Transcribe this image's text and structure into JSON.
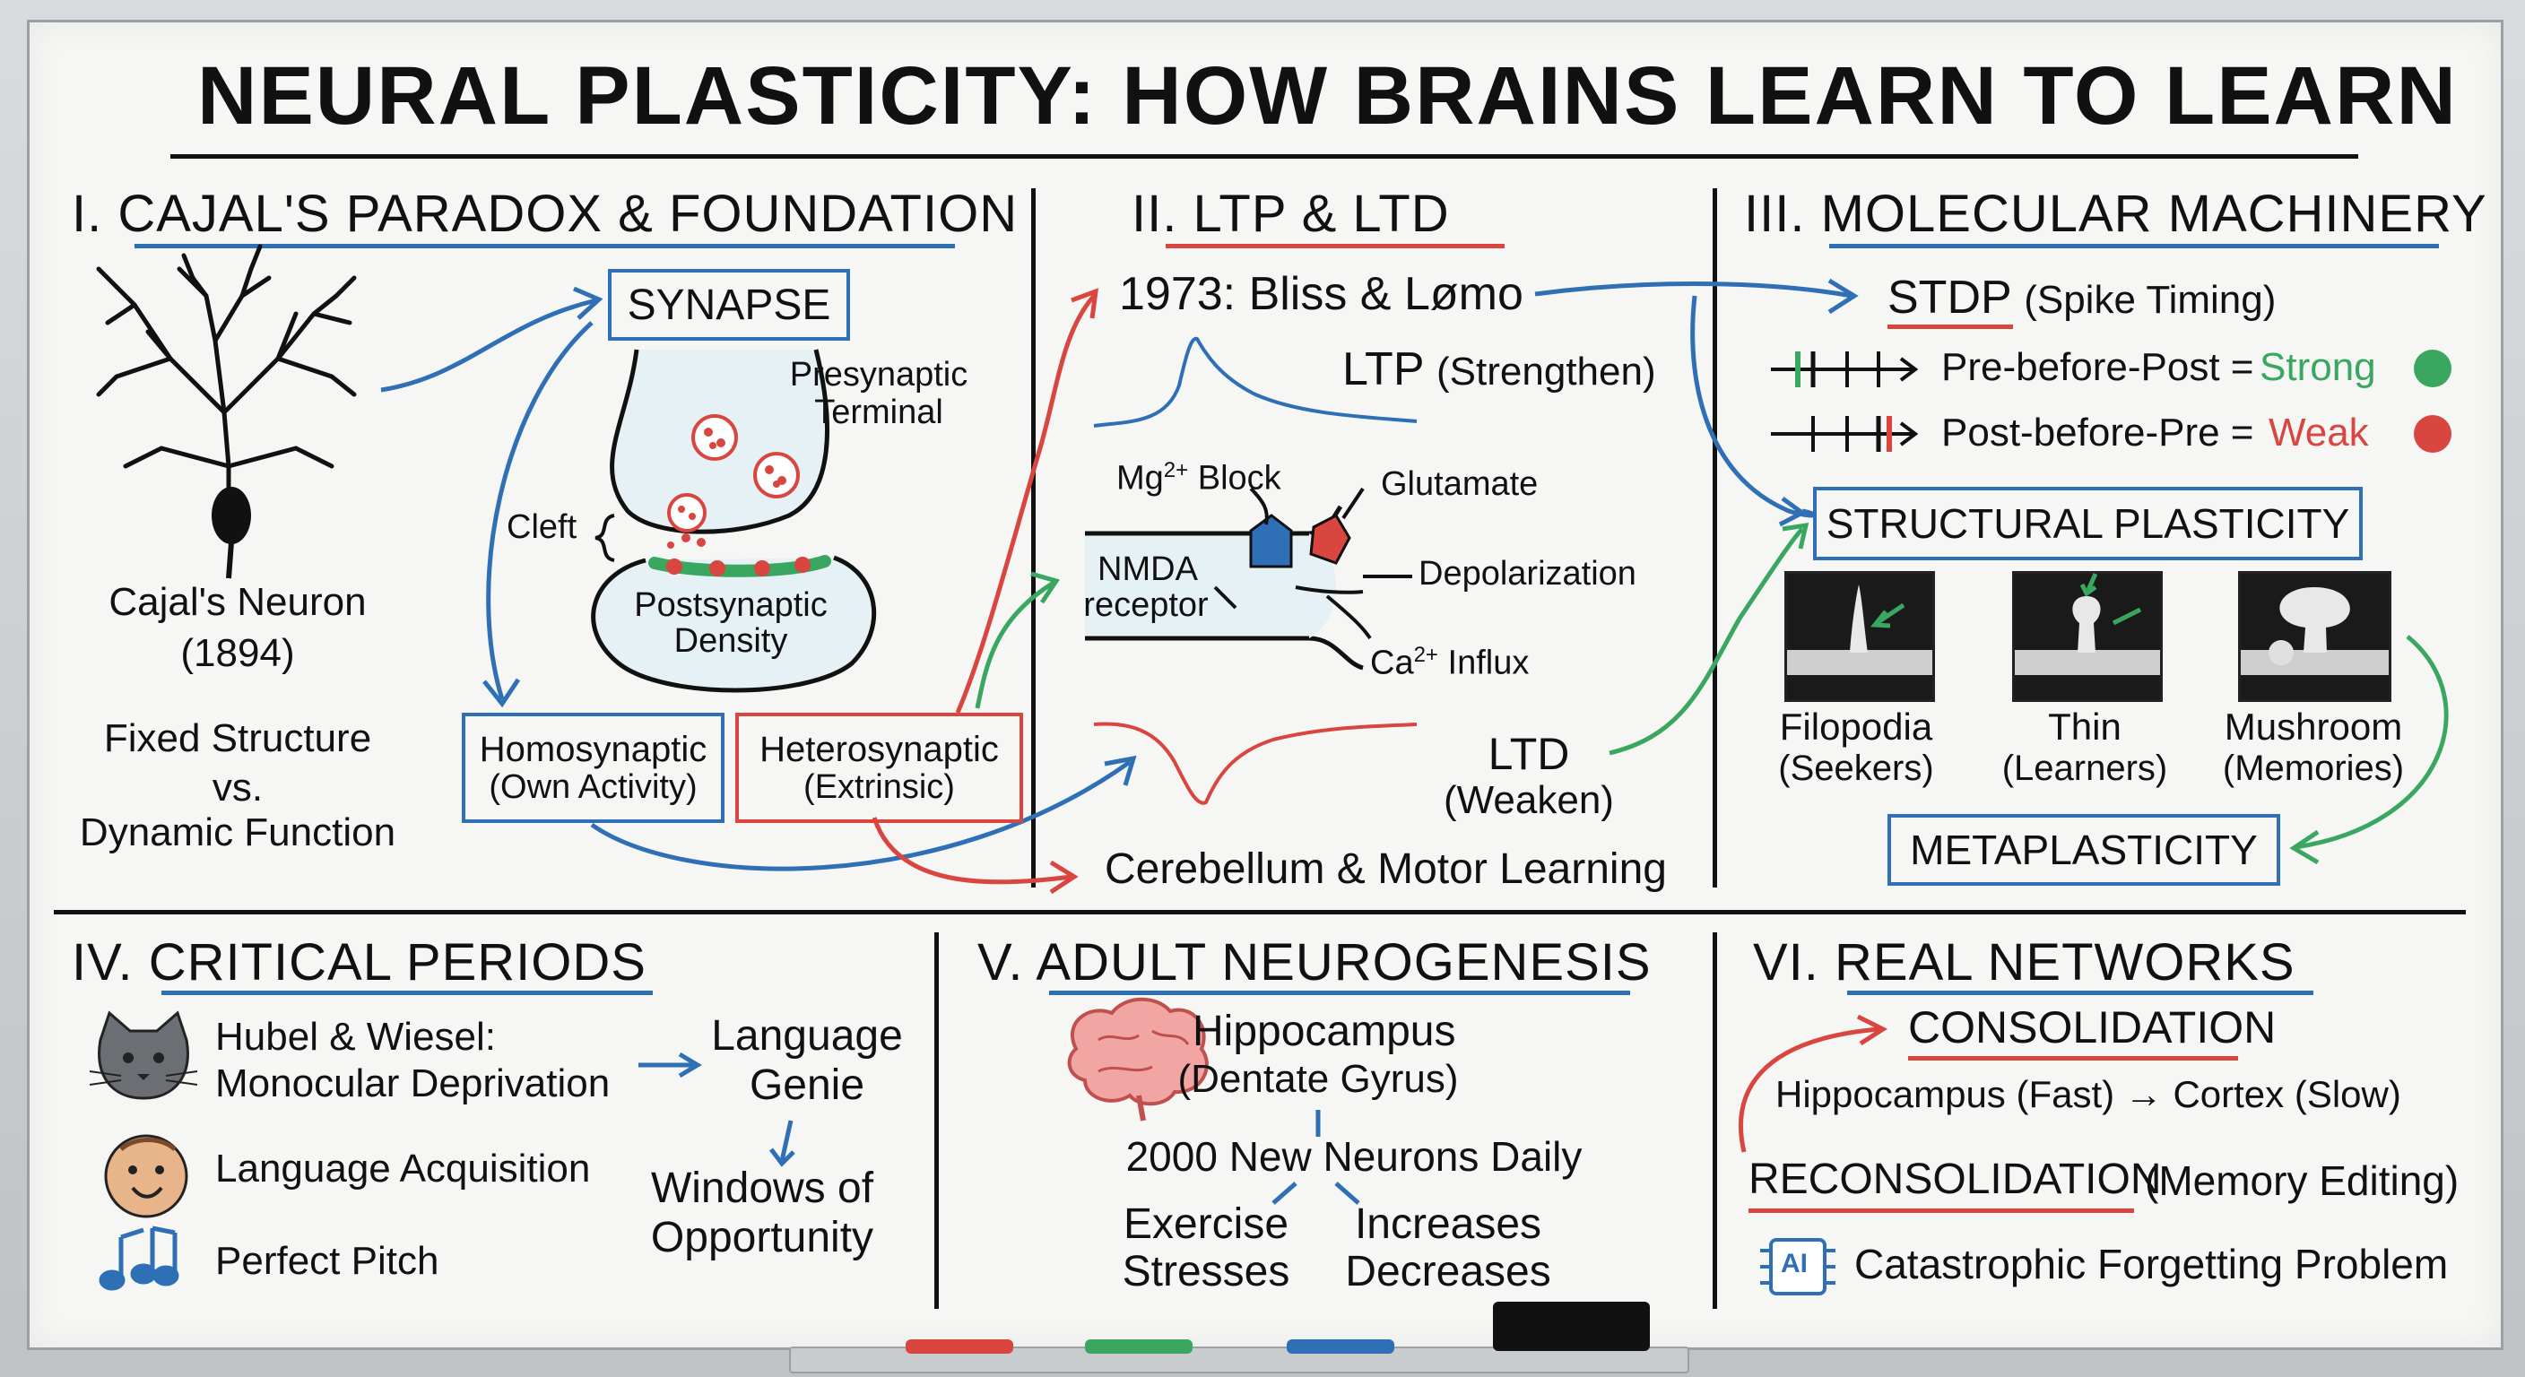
{
  "title": "NEURAL PLASTICITY: HOW BRAINS LEARN TO LEARN",
  "colors": {
    "blue": "#2f6fb5",
    "red": "#d9453f",
    "green": "#3aa760",
    "ink": "#111111"
  },
  "s1": {
    "heading": "I. CAJAL'S PARADOX & FOUNDATION",
    "neuron_caption": "Cajal's Neuron",
    "neuron_year": "(1894)",
    "fixed": "Fixed Structure",
    "vs": "vs.",
    "dynamic": "Dynamic Function",
    "synapse": "SYNAPSE",
    "presyn_1": "Presynaptic",
    "presyn_2": "Terminal",
    "cleft": "Cleft",
    "postsyn_1": "Postsynaptic",
    "postsyn_2": "Density",
    "homo_1": "Homosynaptic",
    "homo_2": "(Own Activity)",
    "hetero_1": "Heterosynaptic",
    "hetero_2": "(Extrinsic)"
  },
  "s2": {
    "heading": "II. LTP & LTD",
    "bliss": "1973: Bliss & Lømo",
    "ltp": "LTP",
    "ltp_sub": "(Strengthen)",
    "mg": "Mg",
    "mg_sup": "2+",
    "mg_block": " Block",
    "glutamate": "Glutamate",
    "nmda_1": "NMDA",
    "nmda_2": "receptor",
    "depol": "Depolarization",
    "ca": "Ca",
    "ca_sup": "2+",
    "ca_influx": " Influx",
    "ltd": "LTD",
    "ltd_sub": "(Weaken)",
    "cerebellum": "Cerebellum & Motor Learning"
  },
  "s3": {
    "heading": "III. MOLECULAR MACHINERY",
    "stdp": "STDP",
    "stdp_sub": "(Spike Timing)",
    "pre_post": "Pre-before-Post =",
    "strong": "Strong",
    "post_pre": "Post-before-Pre =",
    "weak": "Weak",
    "structural": "STRUCTURAL PLASTICITY",
    "spines": [
      {
        "name": "Filopodia",
        "role": "(Seekers)"
      },
      {
        "name": "Thin",
        "role": "(Learners)"
      },
      {
        "name": "Mushroom",
        "role": "(Memories)"
      }
    ],
    "meta": "METAPLASTICITY"
  },
  "s4": {
    "heading": "IV. CRITICAL PERIODS",
    "hubel_1": "Hubel & Wiesel:",
    "hubel_2": "Monocular Deprivation",
    "lang_genie_1": "Language",
    "lang_genie_2": "Genie",
    "lang_acq": "Language Acquisition",
    "windows_1": "Windows of",
    "windows_2": "Opportunity",
    "pitch": "Perfect Pitch"
  },
  "s5": {
    "heading": "V. ADULT NEUROGENESIS",
    "hippo": "Hippocampus",
    "dentate": "(Dentate Gyrus)",
    "neurons": "2000 New Neurons Daily",
    "exercise": "Exercise",
    "stresses": "Stresses",
    "increases": "Increases",
    "decreases": "Decreases"
  },
  "s6": {
    "heading": "VI. REAL NETWORKS",
    "consolidation": "CONSOLIDATION",
    "hipp_cortex": "Hippocampus (Fast) → Cortex (Slow)",
    "reconsolidation": "RECONSOLIDATION",
    "memory_editing": "(Memory Editing)",
    "ai": "AI",
    "catastrophic": "Catastrophic Forgetting Problem"
  }
}
